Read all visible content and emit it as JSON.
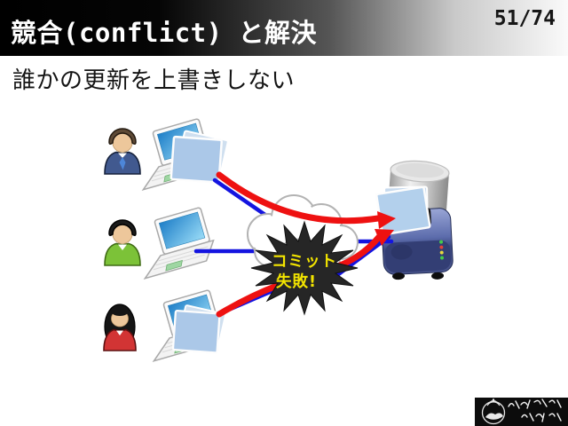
{
  "slide": {
    "title": "競合(conflict) と解決",
    "page": "51/74",
    "subtitle": "誰かの更新を上書きしない"
  },
  "diagram": {
    "burst_label": {
      "line1": "コミット",
      "line2": "失敗!"
    },
    "icons": {
      "developer_1": "person-icon-blue-suit",
      "developer_2": "person-icon-green-shirt",
      "developer_3": "person-icon-red-dress",
      "laptop": "laptop-icon",
      "folder": "working-copy-folder-icon",
      "cloud": "network-cloud-icon",
      "server": "repository-server-icon",
      "burst": "explosion-burst-icon",
      "footer": "calligraphy-club-stamp-icon"
    },
    "colors": {
      "commit_line_blue": "#1414e0",
      "failed_arrow_red": "#ee1111",
      "burst_fill": "#262626",
      "burst_text": "#f2e400",
      "folder_fill": "#abc8e8",
      "header_gradient_start": "#000000",
      "header_gradient_end": "#fafafa"
    }
  }
}
